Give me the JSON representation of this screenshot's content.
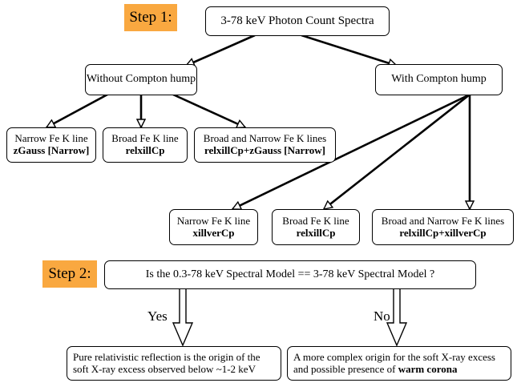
{
  "step1": {
    "label": "Step 1:"
  },
  "step2": {
    "label": "Step 2:"
  },
  "root": {
    "text": "3-78 keV Photon Count Spectra"
  },
  "without_hump": {
    "text": "Without Compton hump"
  },
  "with_hump": {
    "text": "With Compton hump"
  },
  "without_children": [
    {
      "line1": "Narrow Fe K line",
      "line2": "zGauss [Narrow]"
    },
    {
      "line1": "Broad Fe K line",
      "line2": "relxillCp"
    },
    {
      "line1": "Broad and Narrow Fe K lines",
      "line2": "relxillCp+zGauss [Narrow]"
    }
  ],
  "with_children": [
    {
      "line1": "Narrow Fe K line",
      "line2": "xillverCp"
    },
    {
      "line1": "Broad Fe K line",
      "line2": "relxillCp"
    },
    {
      "line1": "Broad and Narrow Fe K lines",
      "line2": "relxillCp+xillverCp"
    }
  ],
  "question": {
    "text": "Is the 0.3-78 keV Spectral Model == 3-78 keV Spectral Model ?"
  },
  "yes_label": "Yes",
  "no_label": "No",
  "yes_result": {
    "line1": "Pure relativistic reflection is the origin of the",
    "line2": "soft X-ray excess observed below ~1-2 keV"
  },
  "no_result": {
    "line1": "A more complex origin for the soft X-ray excess",
    "line2_pre": "and possible presence of ",
    "line2_bold": "warm corona"
  }
}
